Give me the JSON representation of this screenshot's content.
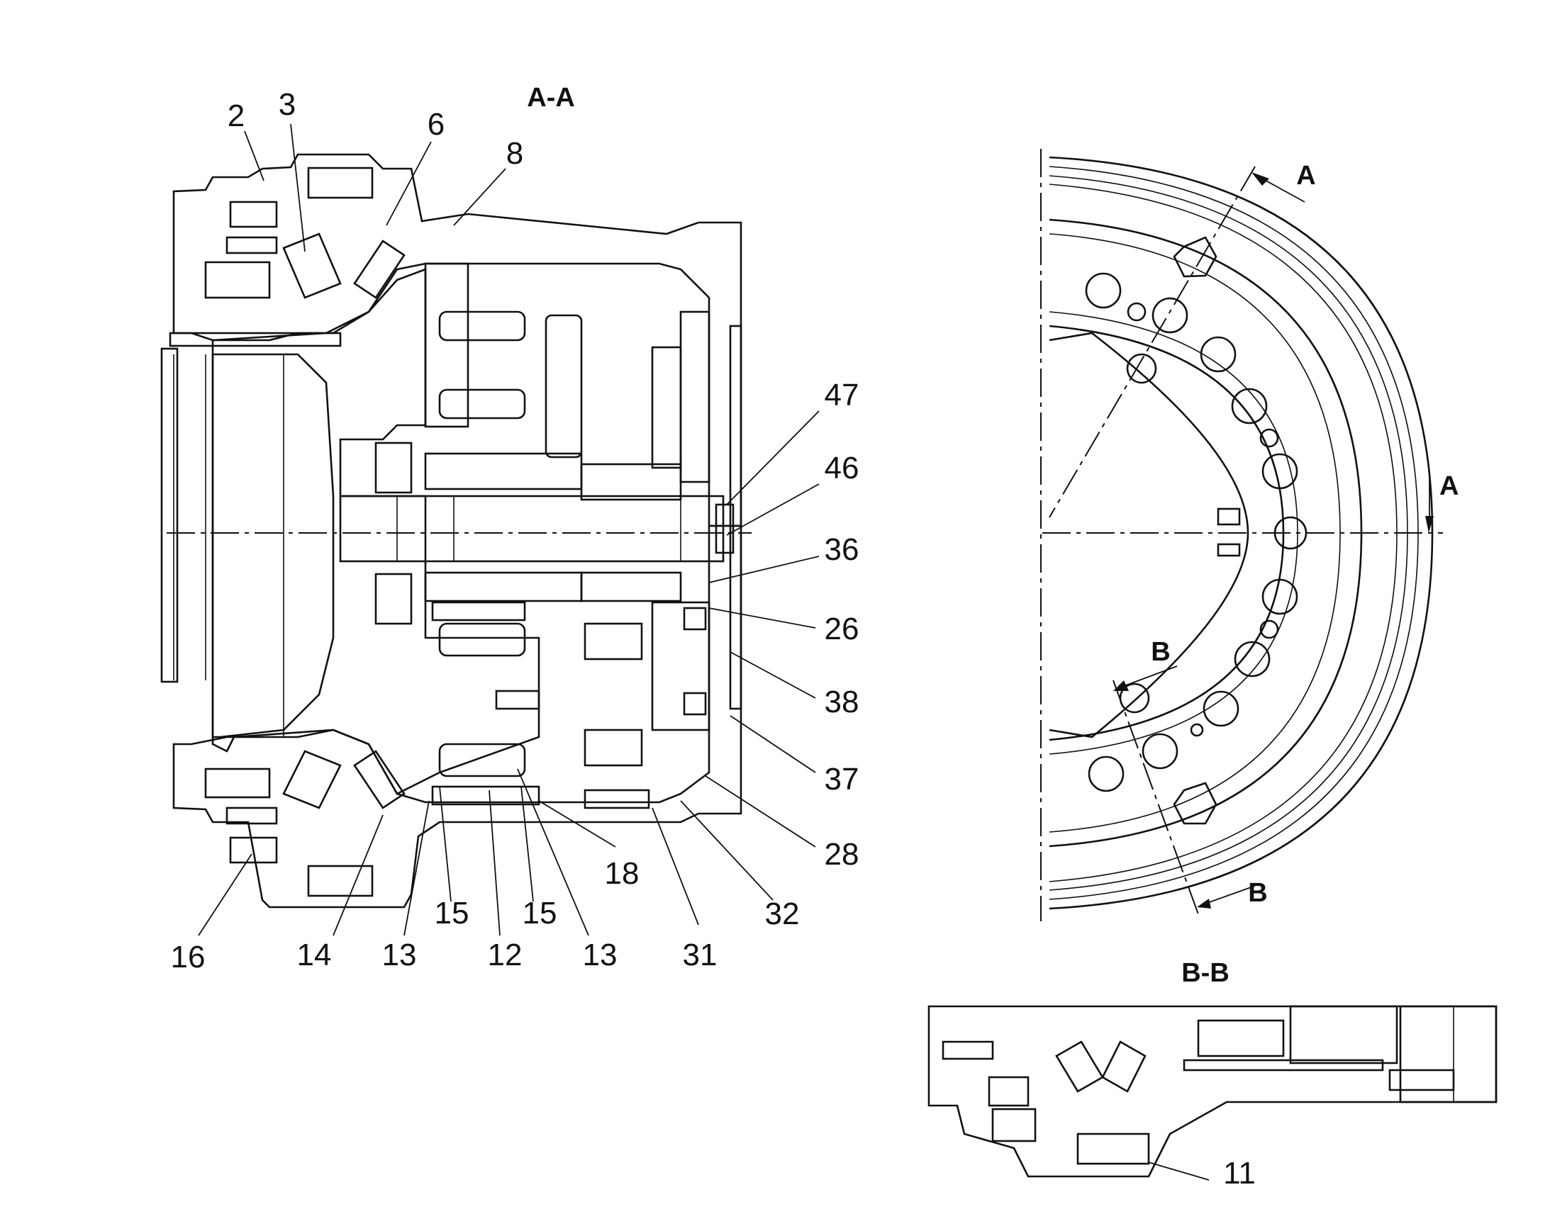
{
  "views": {
    "section_aa_title": "A-A",
    "section_bb_title": "B-B",
    "cut_letter_a": "A",
    "cut_letter_b": "B"
  },
  "callouts": {
    "c2": "2",
    "c3": "3",
    "c6": "6",
    "c8": "8",
    "c47": "47",
    "c46": "46",
    "c36": "36",
    "c26": "26",
    "c38": "38",
    "c37": "37",
    "c28": "28",
    "c32": "32",
    "c18": "18",
    "c31": "31",
    "c13b": "13",
    "c15b": "15",
    "c12": "12",
    "c15a": "15",
    "c13a": "13",
    "c14": "14",
    "c16": "16",
    "c11": "11"
  }
}
